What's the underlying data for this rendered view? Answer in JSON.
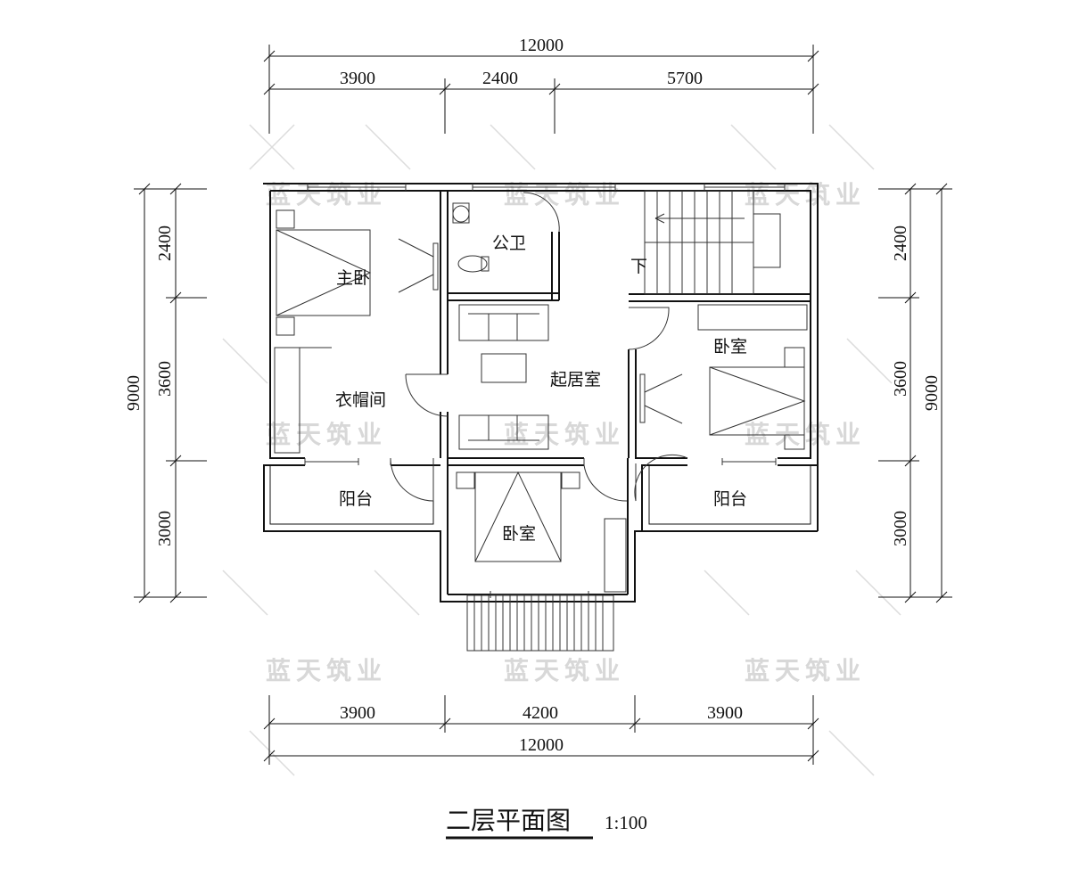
{
  "dimensions": {
    "top_total": "12000",
    "top_segments": [
      "3900",
      "2400",
      "5700"
    ],
    "bottom_segments": [
      "3900",
      "4200",
      "3900"
    ],
    "bottom_total": "12000",
    "left_total": "9000",
    "left_segments": [
      "2400",
      "3600",
      "3000"
    ],
    "right_total": "9000",
    "right_segments": [
      "2400",
      "3600",
      "3000"
    ]
  },
  "rooms": {
    "master_bedroom": "主卧",
    "public_bath": "公卫",
    "living_room": "起居室",
    "cloakroom": "衣帽间",
    "bedroom_east": "卧室",
    "bedroom_south": "卧室",
    "balcony_west": "阳台",
    "balcony_east": "阳台",
    "stair_down": "下"
  },
  "watermark": "蓝天筑业",
  "title": "二层平面图",
  "scale": "1:100"
}
